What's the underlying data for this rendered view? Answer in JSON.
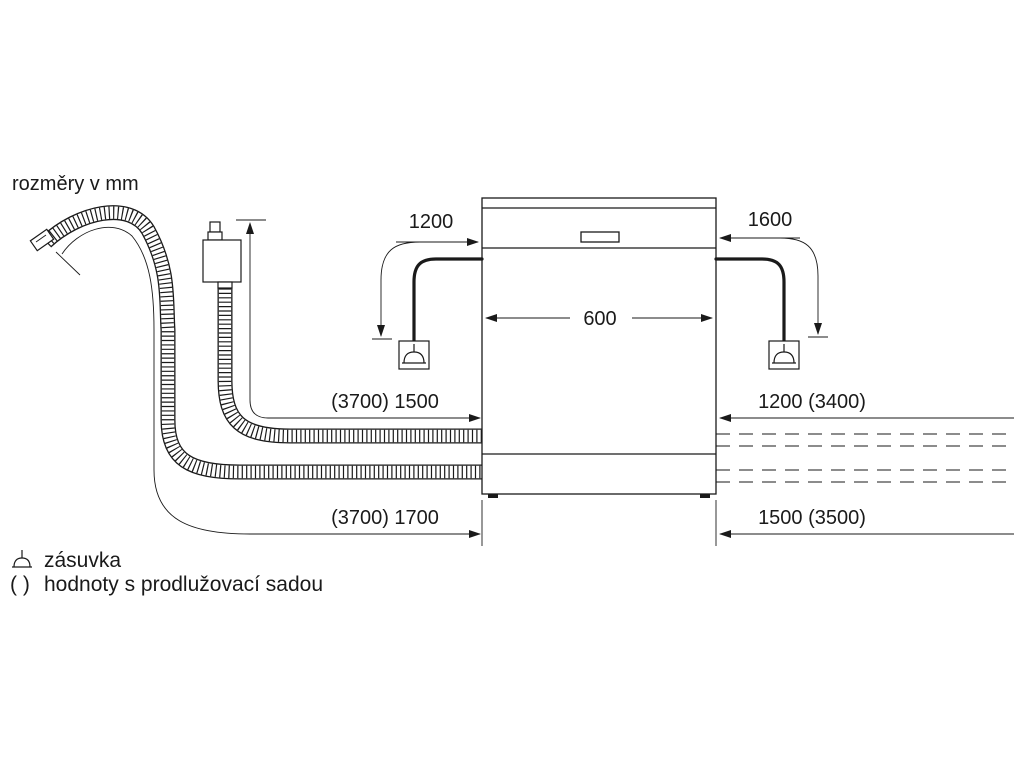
{
  "units_note": "rozměry v mm",
  "dimensions": {
    "left_top": "1200",
    "right_top": "1600",
    "width": "600",
    "left_upper_hose": "(3700) 1500",
    "right_upper_cable": "1200 (3400)",
    "left_lower_hose": "(3700) 1700",
    "right_lower_cable": "1500 (3500)"
  },
  "legend": {
    "socket_label": "zásuvka",
    "brackets_symbol": "( )",
    "brackets_label": "hodnoty s prodlužovací sadou"
  },
  "icons": [
    "socket-icon",
    "arrow-icon",
    "hose-icon",
    "aquastop-valve-icon"
  ],
  "colors": {
    "line": "#1a1a1a",
    "background": "#ffffff"
  }
}
